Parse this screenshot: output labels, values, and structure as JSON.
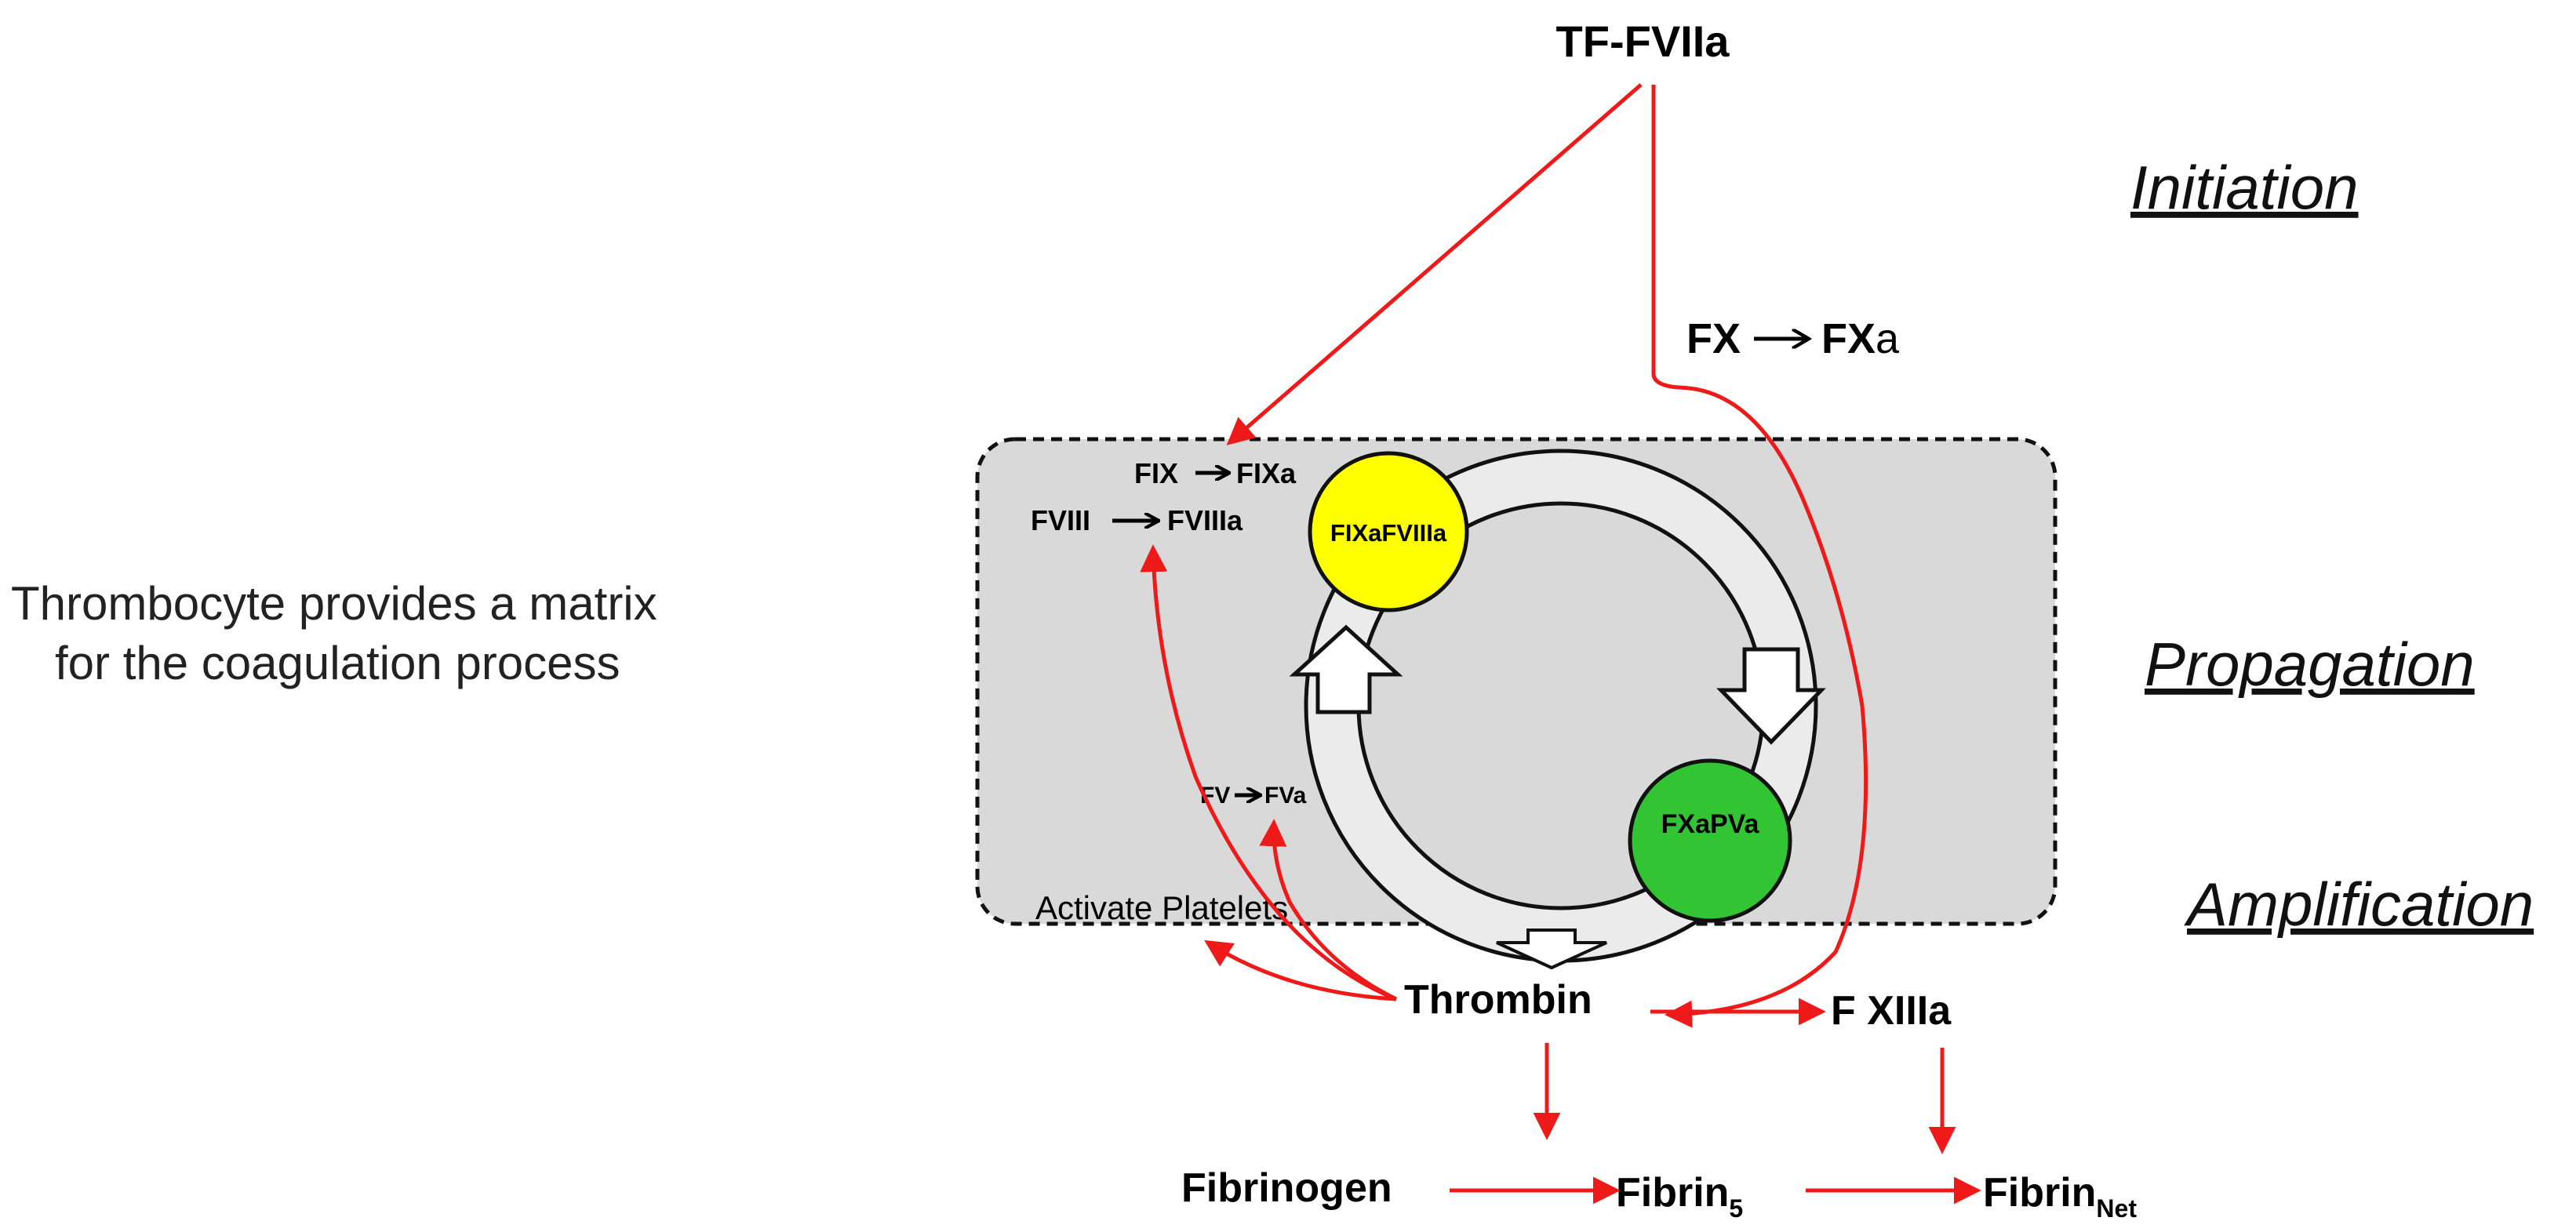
{
  "caption": {
    "line1": "Thrombocyte provides a matrix",
    "line2": "for the coagulation process"
  },
  "phases": {
    "initiation": "Initiation",
    "propagation": "Propagation",
    "amplification": "Amplification"
  },
  "nodes": {
    "tf_fviia": "TF-FVIIa",
    "fx": "FX",
    "fxa_bold": "FX",
    "fxa_suffix": "a",
    "fix": "FIX",
    "fixa": "FIXa",
    "fviii": "FVIII",
    "fviiia": "FVIIIa",
    "fv": "FV",
    "fva": "FVa",
    "complex_tenase": "FIXaFVIIIa",
    "complex_prothrombinase": "FXaPVa",
    "activate_platelets": "Activate Platelets",
    "thrombin": "Thrombin",
    "fxiiia": "F XIIIa",
    "fibrinogen": "Fibrinogen",
    "fibrin5": "Fibrin",
    "fibrin5_sub": "5",
    "fibrin_net": "Fibrin",
    "fibrin_net_sub": "Net"
  },
  "colors": {
    "arrow_red": "#ee1a1a",
    "platelet_fill": "#d9d9d9",
    "tenase_yellow": "#ffff00",
    "prothrombinase_green": "#33c433"
  }
}
